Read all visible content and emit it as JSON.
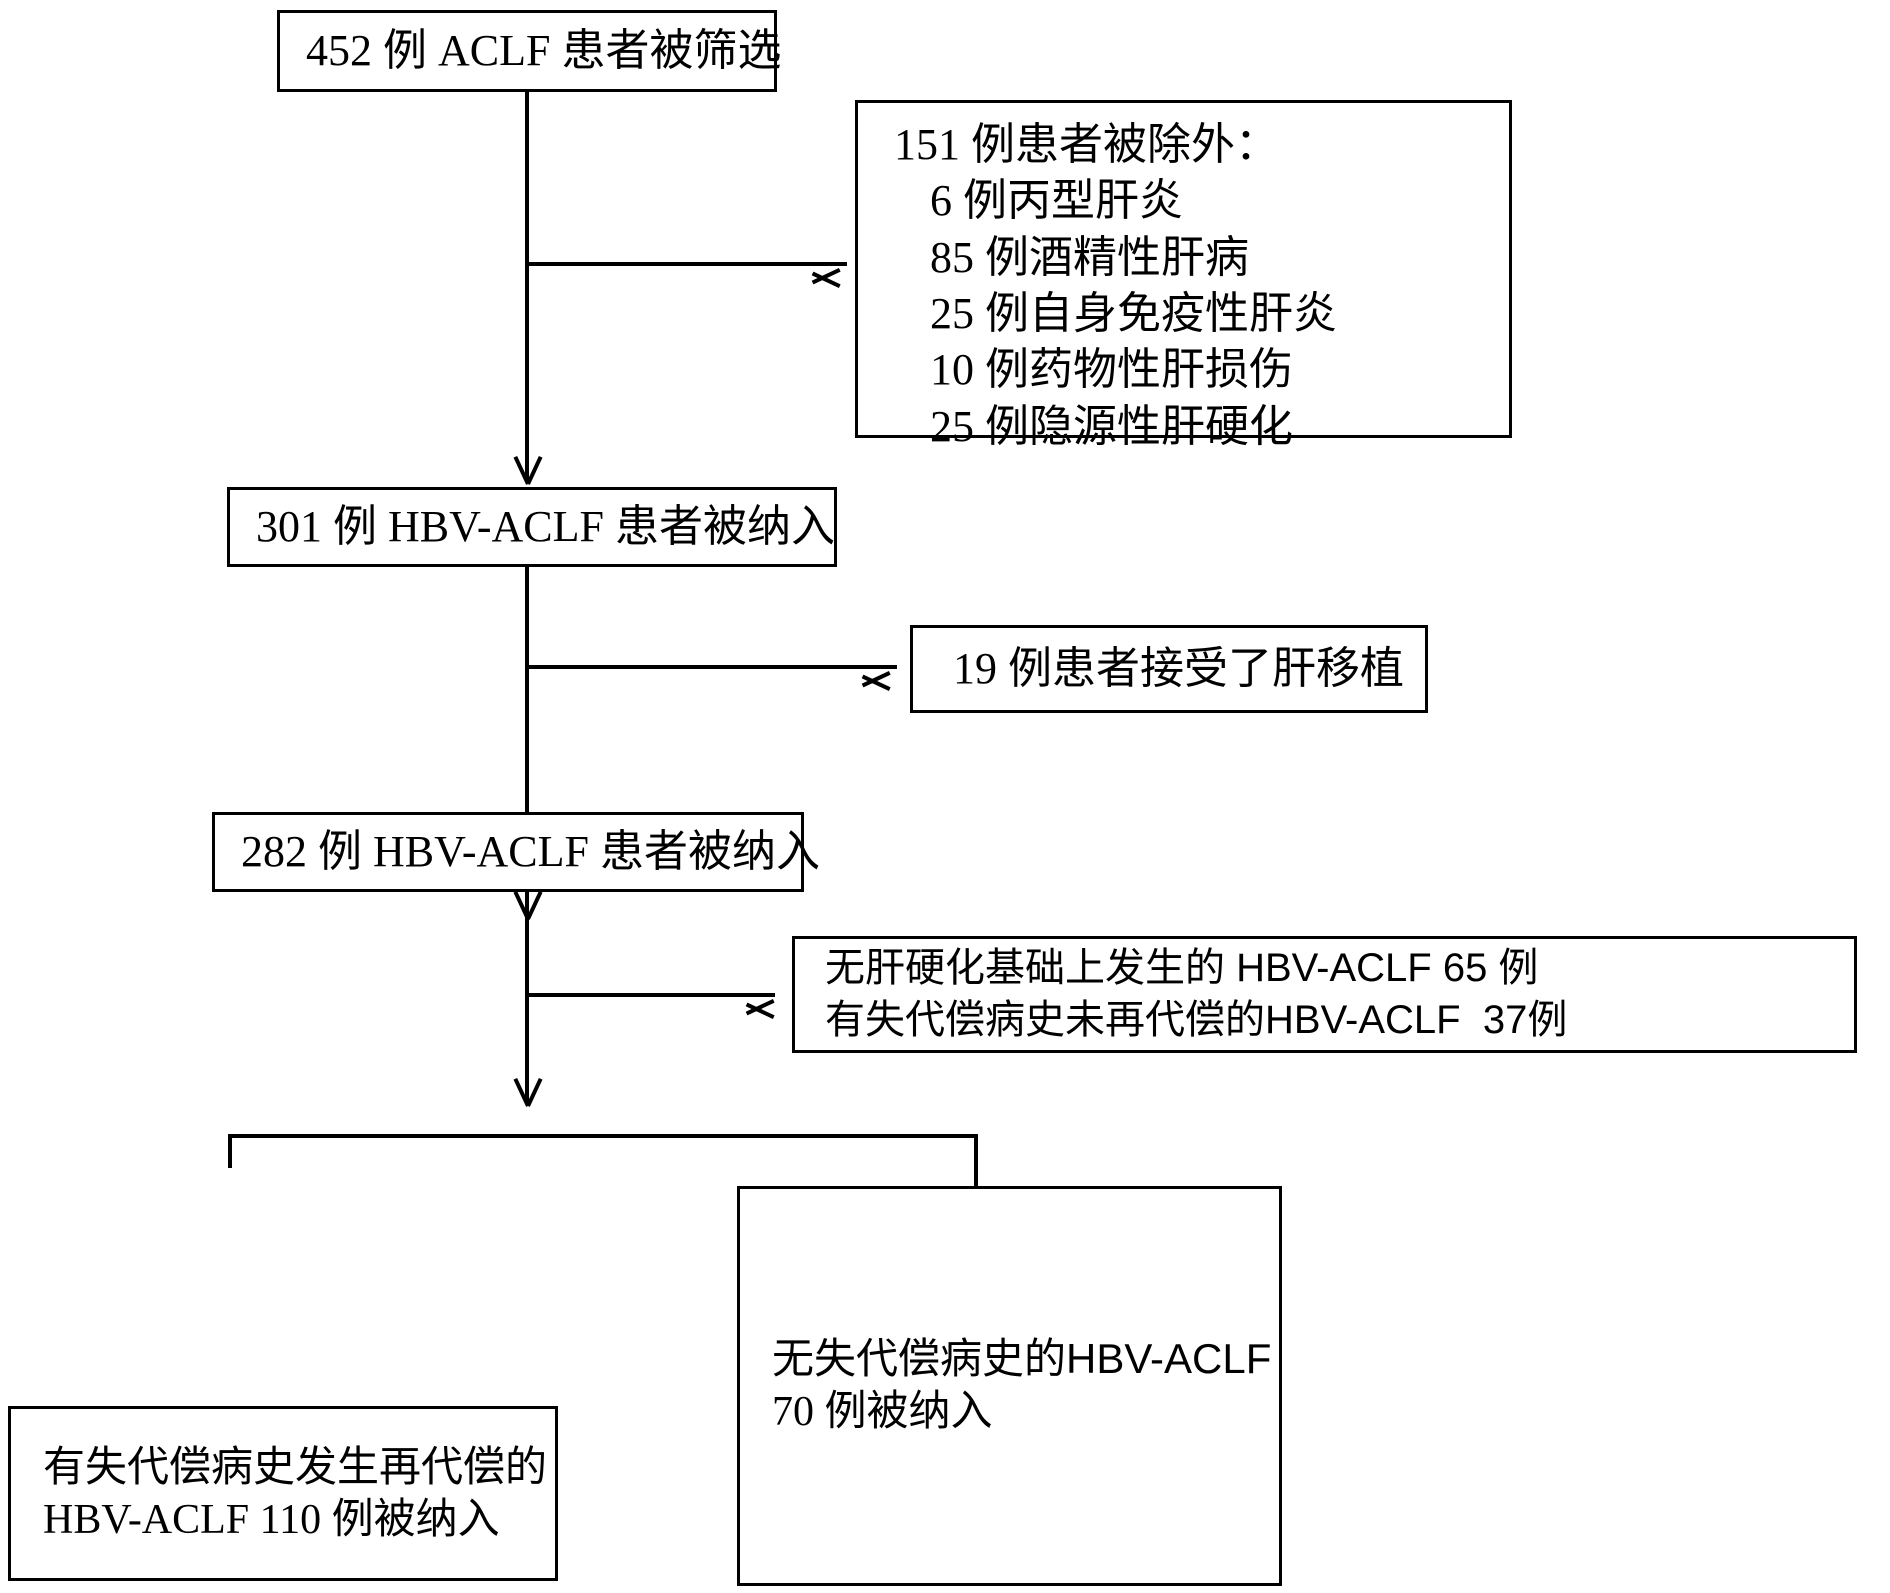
{
  "diagram": {
    "type": "flowchart",
    "title": "HBV-ACLF 患者筛选流程图",
    "stroke_color": "#000000",
    "background_color": "#ffffff",
    "nodes": {
      "screened": {
        "id": "screened",
        "text": "452 例 ACLF 患者被筛选",
        "count": 452
      },
      "excluded": {
        "id": "excluded",
        "header": "151 例患者被除外：",
        "count": 151,
        "items": [
          "6 例丙型肝炎",
          "85 例酒精性肝病",
          "25 例自身免疫性肝炎",
          "10 例药物性肝损伤",
          "25 例隐源性肝硬化"
        ]
      },
      "enrolled301": {
        "id": "enrolled301",
        "text": "301 例 HBV-ACLF 患者被纳入",
        "count": 301
      },
      "transplant": {
        "id": "transplant",
        "text": "19 例患者接受了肝移植",
        "count": 19
      },
      "enrolled282": {
        "id": "enrolled282",
        "text": "282 例 HBV-ACLF 患者被纳入",
        "count": 282
      },
      "excluded_cirrhosis": {
        "id": "excluded_cirrhosis",
        "line1": "无肝硬化基础上发生的 HBV-ACLF 65 例",
        "line2": "有失代偿病史未再代偿的HBV-ACLF  37例",
        "count_line1": 65,
        "count_line2": 37
      },
      "group_recompensated": {
        "id": "group_recompensated",
        "line1": "有失代偿病史发生再代偿的",
        "line2": "HBV-ACLF 110 例被纳入",
        "count": 110
      },
      "group_no_decomp": {
        "id": "group_no_decomp",
        "line1": "无失代偿病史的HBV-ACLF",
        "line2": "70 例被纳入",
        "count": 70
      }
    },
    "edges": [
      {
        "from": "screened",
        "to": "excluded",
        "style": "branch-right"
      },
      {
        "from": "screened",
        "to": "enrolled301",
        "style": "down"
      },
      {
        "from": "enrolled301",
        "to": "transplant",
        "style": "branch-right"
      },
      {
        "from": "enrolled301",
        "to": "enrolled282",
        "style": "down"
      },
      {
        "from": "enrolled282",
        "to": "excluded_cirrhosis",
        "style": "branch-right"
      },
      {
        "from": "enrolled282",
        "to": "group_recompensated",
        "style": "split-left"
      },
      {
        "from": "enrolled282",
        "to": "group_no_decomp",
        "style": "split-right"
      }
    ]
  }
}
